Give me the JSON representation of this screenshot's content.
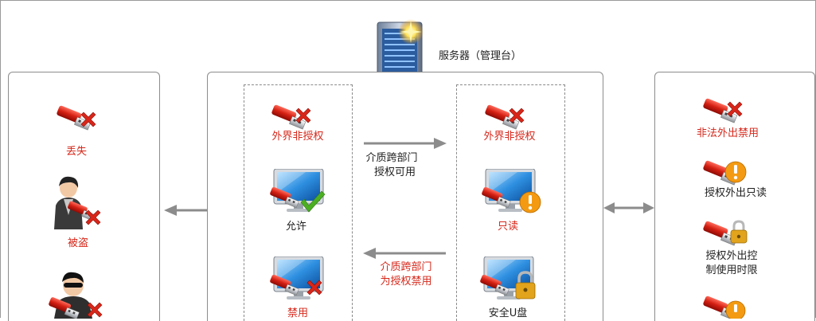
{
  "server": {
    "label": "服务器（管理台）"
  },
  "left_panel": {
    "items": [
      {
        "label": "丢失"
      },
      {
        "label": "被盗"
      }
    ]
  },
  "internal_box": {
    "items": [
      {
        "label": "外界非授权"
      },
      {
        "label": "允许"
      },
      {
        "label": "禁用"
      }
    ]
  },
  "external_box": {
    "items": [
      {
        "label": "外界非授权"
      },
      {
        "label": "只读"
      },
      {
        "label": "安全U盘"
      }
    ]
  },
  "arrow_right": {
    "line1": "介质跨部门",
    "line2": "授权可用"
  },
  "arrow_left": {
    "line1": "介质跨部门",
    "line2": "为授权禁用"
  },
  "right_panel": {
    "items": [
      {
        "label": "非法外出禁用"
      },
      {
        "label": "授权外出只读"
      },
      {
        "line1": "授权外出控",
        "line2": "制使用时限"
      }
    ]
  },
  "colors": {
    "red": "#d5281b",
    "green": "#4caf22",
    "orange": "#f39a12",
    "gold": "#e2a41c",
    "arrow": "#8c8c8c"
  }
}
